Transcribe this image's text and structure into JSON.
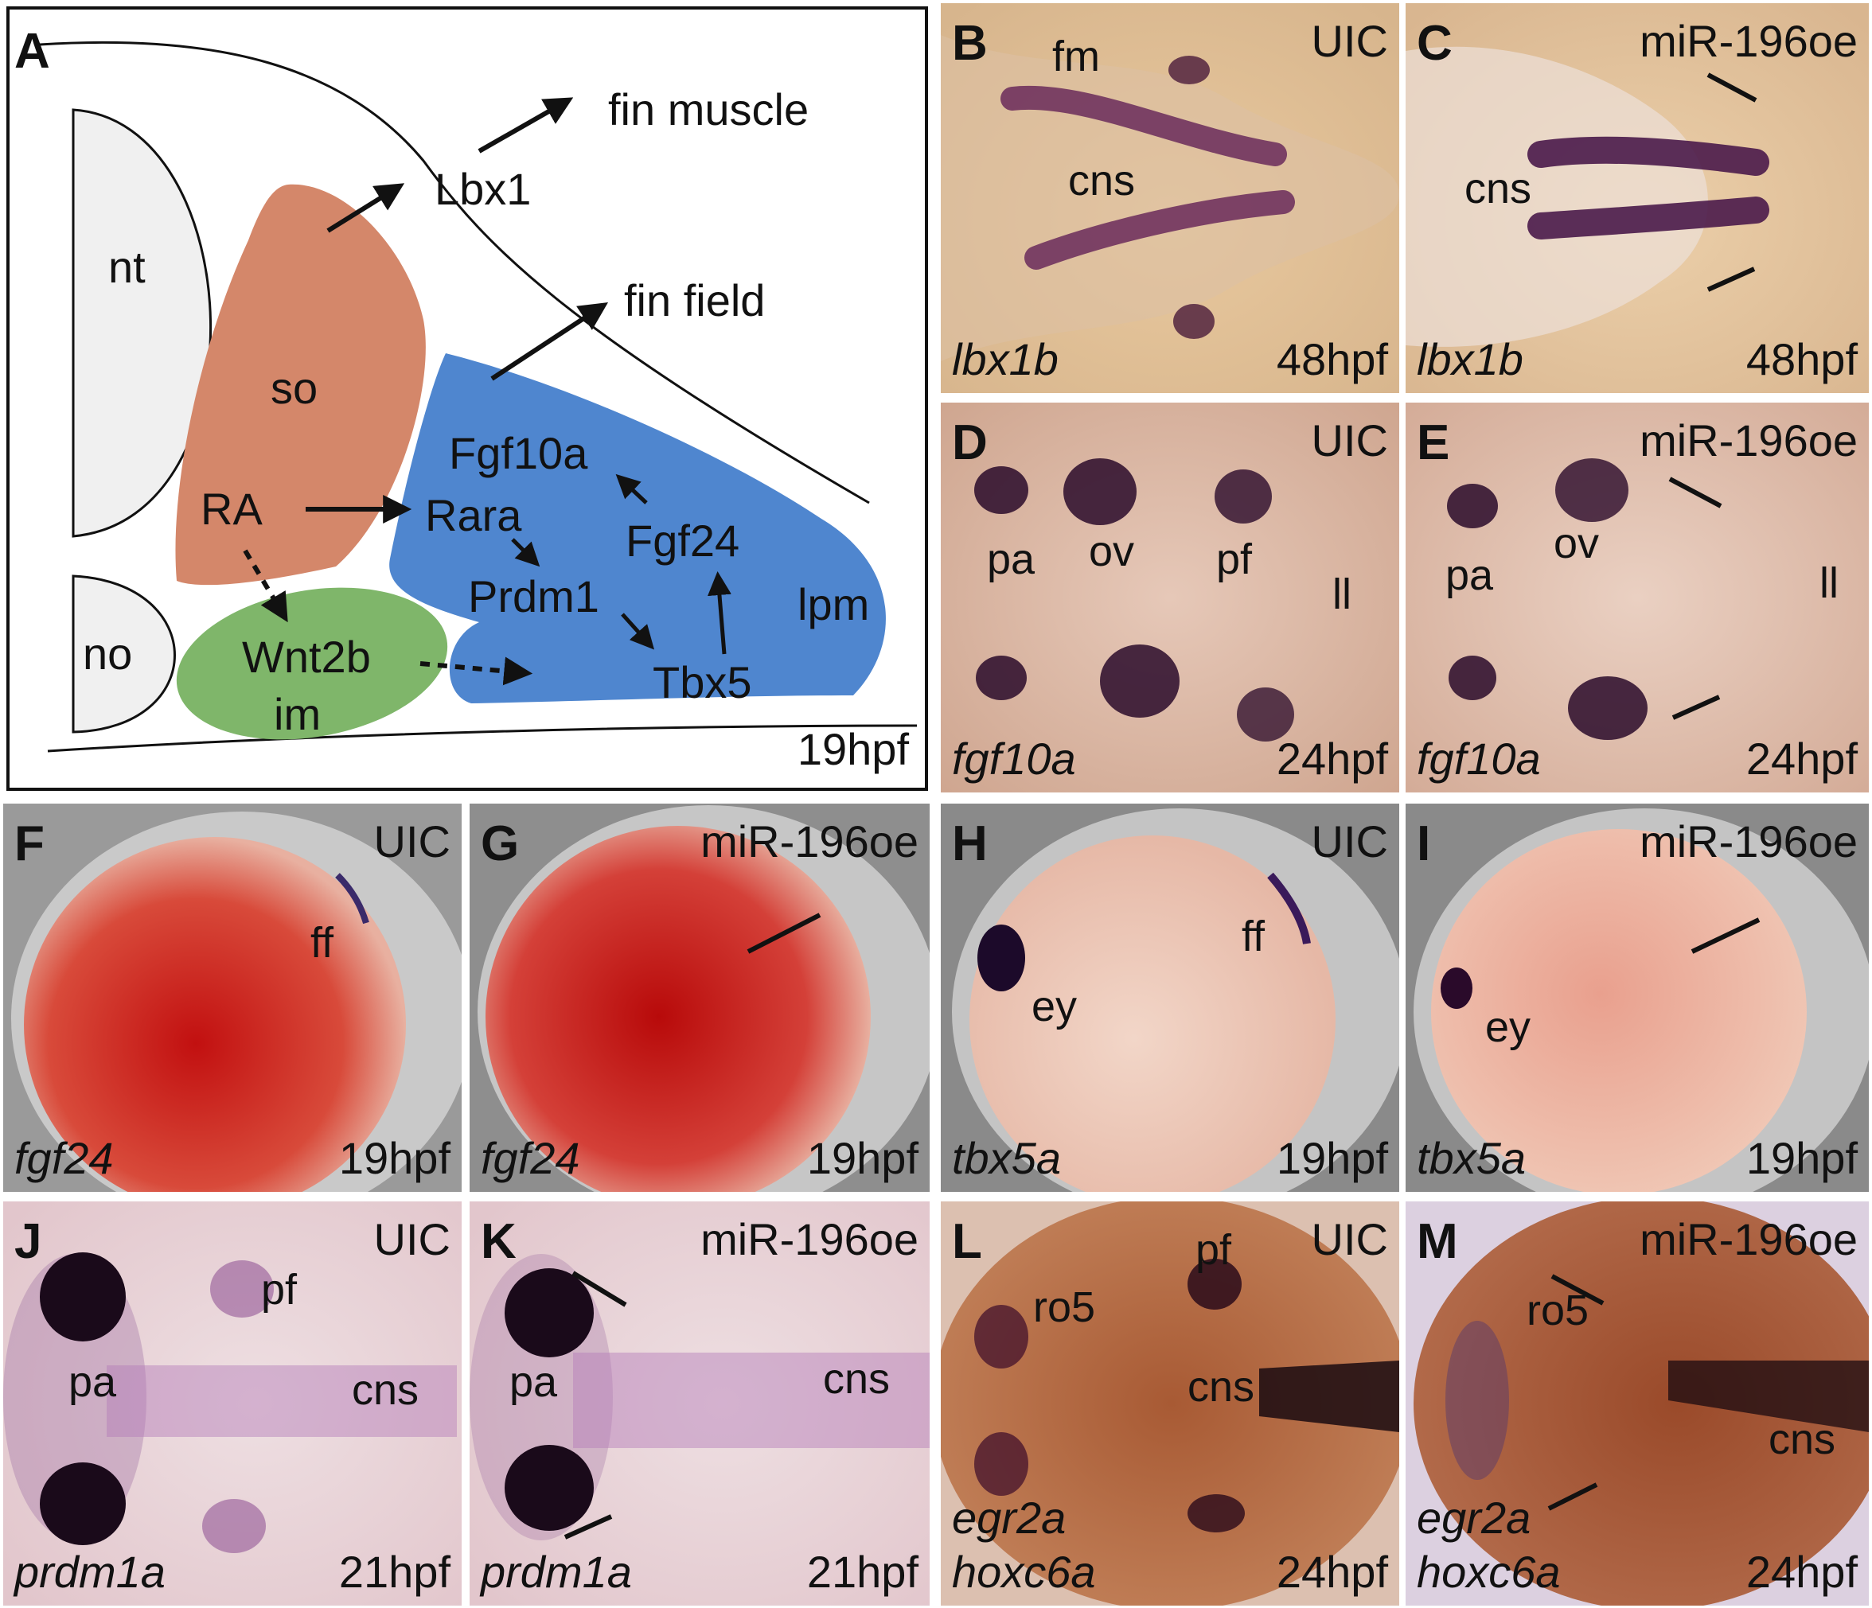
{
  "panel_a": {
    "letter": "A",
    "stage": "19hpf",
    "labels": {
      "nt": "nt",
      "no": "no",
      "so": "so",
      "ra": "RA",
      "im": "im",
      "lpm": "lpm",
      "lbx1": "Lbx1",
      "fin_muscle": "fin muscle",
      "fin_field": "fin field",
      "fgf10a": "Fgf10a",
      "rara": "Rara",
      "fgf24": "Fgf24",
      "prdm1": "Prdm1",
      "tbx5": "Tbx5",
      "wnt2b": "Wnt2b"
    },
    "colors": {
      "so": "#d4876a",
      "lpm": "#4f86cf",
      "im": "#7fb66a",
      "nt": "#f0f0f0"
    }
  },
  "panels": [
    {
      "letter": "B",
      "condition": "UIC",
      "gene": "lbx1b",
      "stage": "48hpf",
      "tissues": [
        "fm",
        "cns"
      ]
    },
    {
      "letter": "C",
      "condition": "miR-196oe",
      "gene": "lbx1b",
      "stage": "48hpf",
      "tissues": [
        "cns"
      ]
    },
    {
      "letter": "D",
      "condition": "UIC",
      "gene": "fgf10a",
      "stage": "24hpf",
      "tissues": [
        "pa",
        "ov",
        "pf",
        "ll"
      ]
    },
    {
      "letter": "E",
      "condition": "miR-196oe",
      "gene": "fgf10a",
      "stage": "24hpf",
      "tissues": [
        "pa",
        "ov",
        "ll"
      ]
    },
    {
      "letter": "F",
      "condition": "UIC",
      "gene": "fgf24",
      "stage": "19hpf",
      "tissues": [
        "ff"
      ]
    },
    {
      "letter": "G",
      "condition": "miR-196oe",
      "gene": "fgf24",
      "stage": "19hpf",
      "tissues": []
    },
    {
      "letter": "H",
      "condition": "UIC",
      "gene": "tbx5a",
      "stage": "19hpf",
      "tissues": [
        "ff",
        "ey"
      ]
    },
    {
      "letter": "I",
      "condition": "miR-196oe",
      "gene": "tbx5a",
      "stage": "19hpf",
      "tissues": [
        "ey"
      ]
    },
    {
      "letter": "J",
      "condition": "UIC",
      "gene": "prdm1a",
      "stage": "21hpf",
      "tissues": [
        "pf",
        "pa",
        "cns"
      ]
    },
    {
      "letter": "K",
      "condition": "miR-196oe",
      "gene": "prdm1a",
      "stage": "21hpf",
      "tissues": [
        "pa",
        "cns"
      ]
    },
    {
      "letter": "L",
      "condition": "UIC",
      "gene": "egr2a",
      "gene2": "hoxc6a",
      "stage": "24hpf",
      "tissues": [
        "pf",
        "ro5",
        "cns"
      ]
    },
    {
      "letter": "M",
      "condition": "miR-196oe",
      "gene": "egr2a",
      "gene2": "hoxc6a",
      "stage": "24hpf",
      "tissues": [
        "ro5",
        "cns"
      ]
    }
  ]
}
